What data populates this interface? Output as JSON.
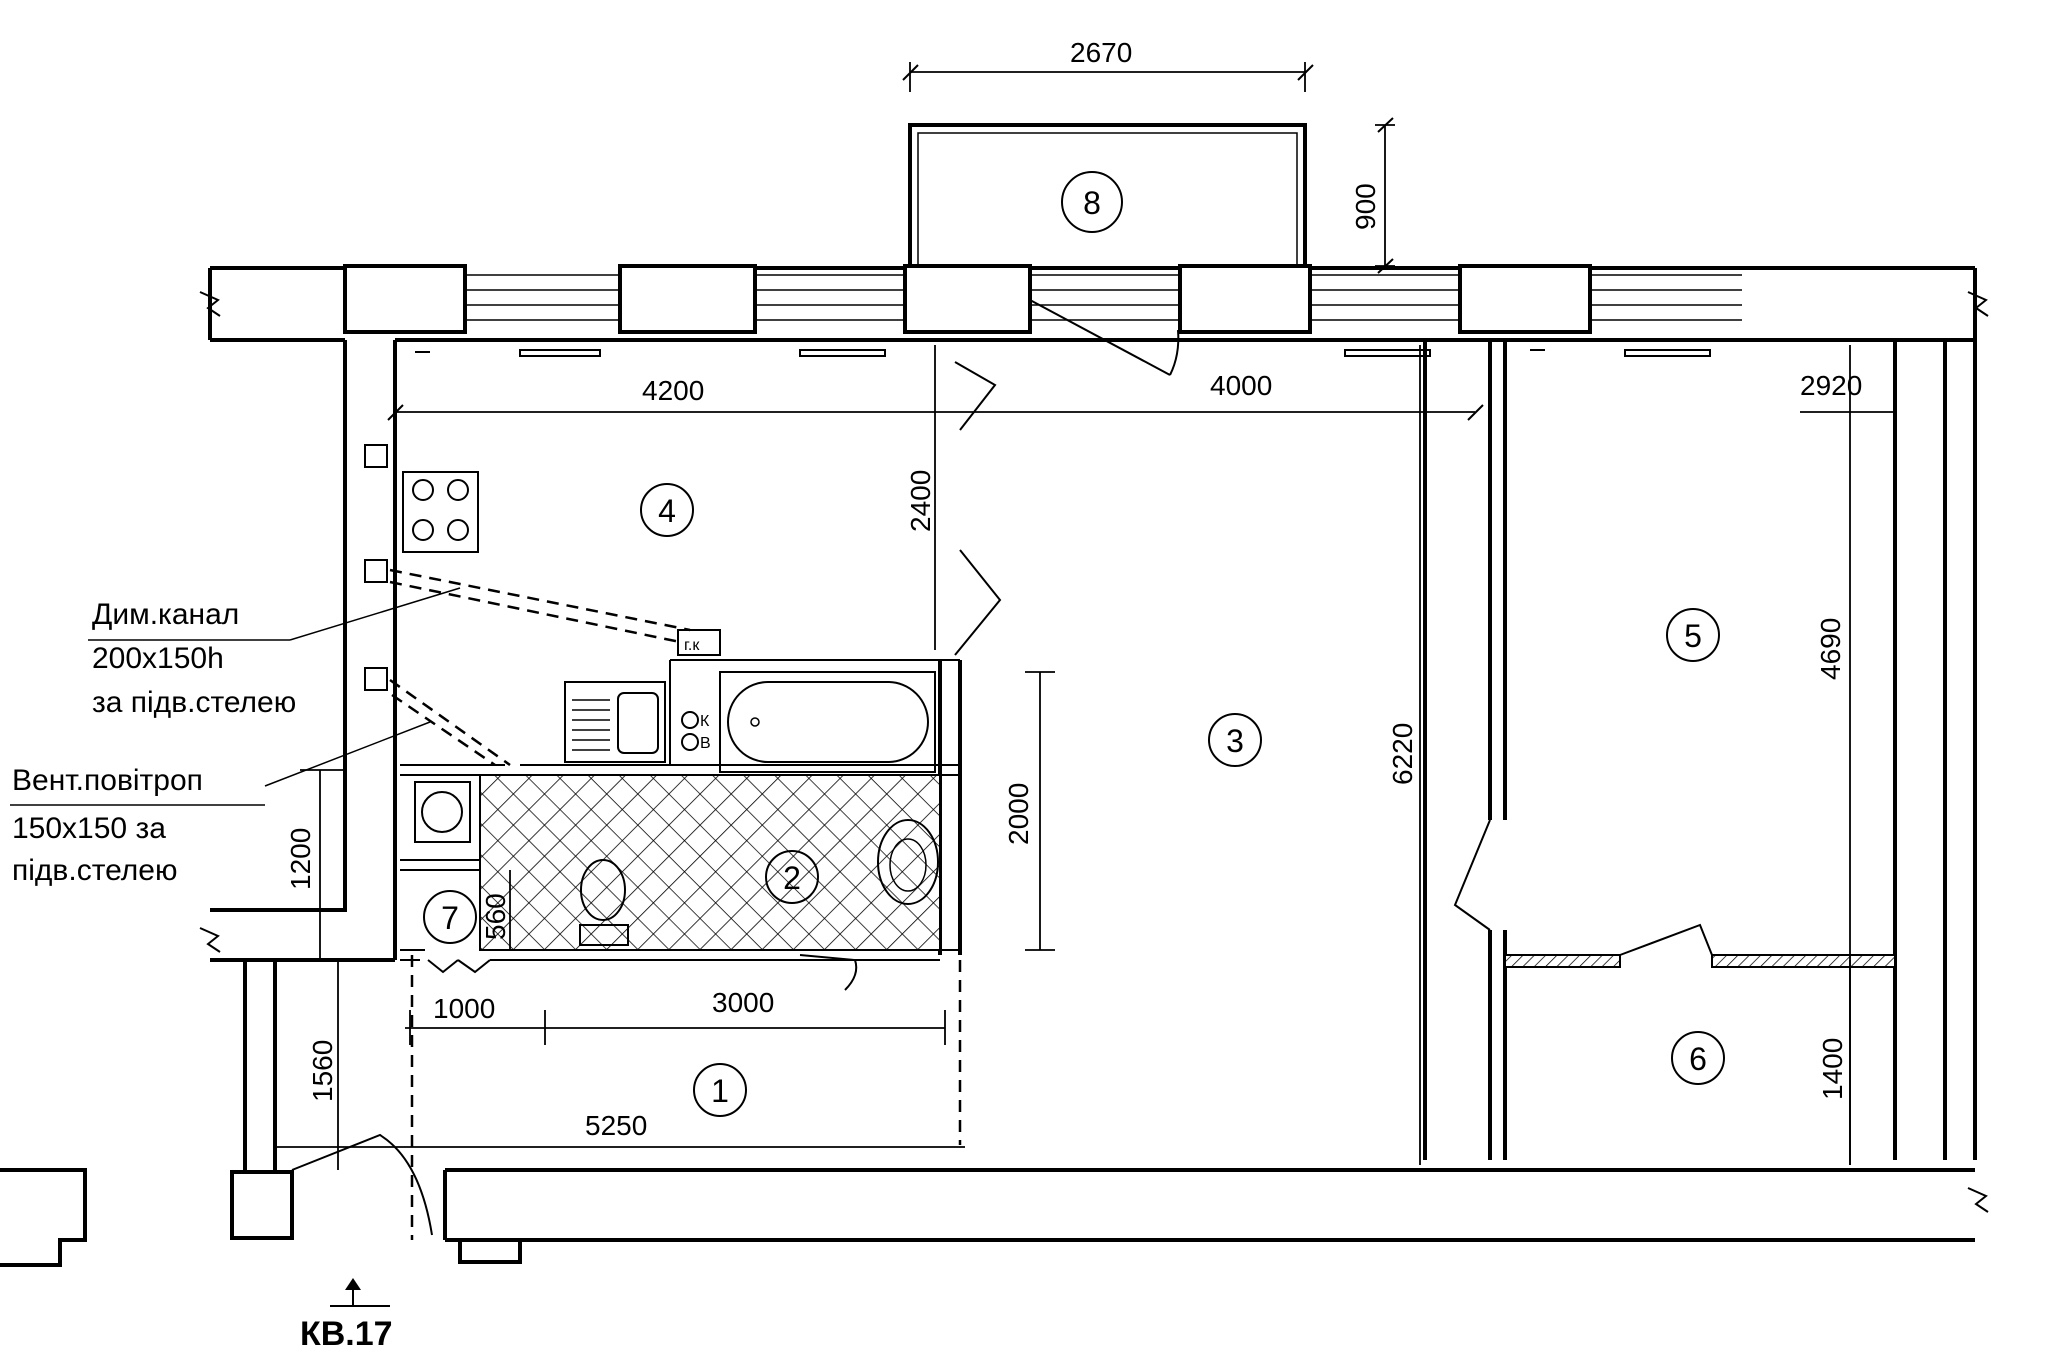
{
  "rooms": [
    "1",
    "2",
    "3",
    "4",
    "5",
    "6",
    "7",
    "8"
  ],
  "dimensions": {
    "balcony_width": "2670",
    "balcony_depth": "900",
    "kitchen_width": "4200",
    "living_width": "4000",
    "bedroom_width": "2920",
    "kitchen_depth": "2400",
    "living_depth": "6220",
    "bedroom_depth": "4690",
    "bath_depth": "2000",
    "closet_depth": "560",
    "closet_width": "1000",
    "bath_width": "3000",
    "hall_width": "5250",
    "hall_depth": "1560",
    "storage_depth": "1400",
    "wall_segment": "1200"
  },
  "notes": {
    "smoke_channel": [
      "Дим.канал",
      "200x150h",
      "за підв.стелею"
    ],
    "vent_duct": [
      "Вент.повітроп",
      "150x150 за",
      "підв.стелею"
    ]
  },
  "fixture_labels": {
    "boiler": "г.к",
    "cold_water": "К",
    "hot_water": "В"
  },
  "apartment_label": "КВ.17"
}
